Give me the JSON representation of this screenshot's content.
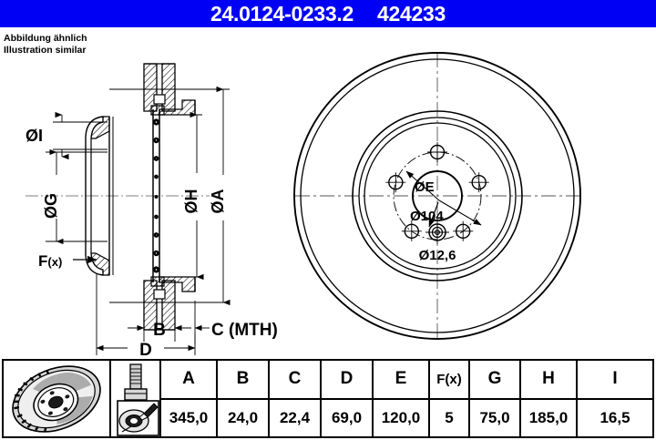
{
  "header": {
    "part_number": "24.0124-0233.2",
    "article_number": "424233",
    "background_color": "#0000f5",
    "text_color": "#ffffff"
  },
  "illustration_note": {
    "line_de": "Abbildung ähnlich",
    "line_en": "Illustration similar"
  },
  "section_view": {
    "labels": {
      "dia_i": "ØI",
      "dia_g": "ØG",
      "force": "F(x)",
      "dia_h": "ØH",
      "dia_a": "ØA",
      "b": "B",
      "c": "C (MTH)",
      "d": "D"
    }
  },
  "front_view": {
    "labels": {
      "dia_e": "ØE",
      "bolt_circle": "Ø104",
      "bolt_hole": "Ø12,6"
    },
    "bolt_hole_count": 5
  },
  "icons": {
    "disc": "brake-disc-icon",
    "bolt": "bolt-icon",
    "hub": "hub-mounting-icon"
  },
  "spec_table": {
    "headers": [
      "A",
      "B",
      "C",
      "D",
      "E",
      "F(x)",
      "G",
      "H",
      "I"
    ],
    "values": [
      "345,0",
      "24,0",
      "22,4",
      "69,0",
      "120,0",
      "5",
      "75,0",
      "185,0",
      "16,5"
    ]
  }
}
